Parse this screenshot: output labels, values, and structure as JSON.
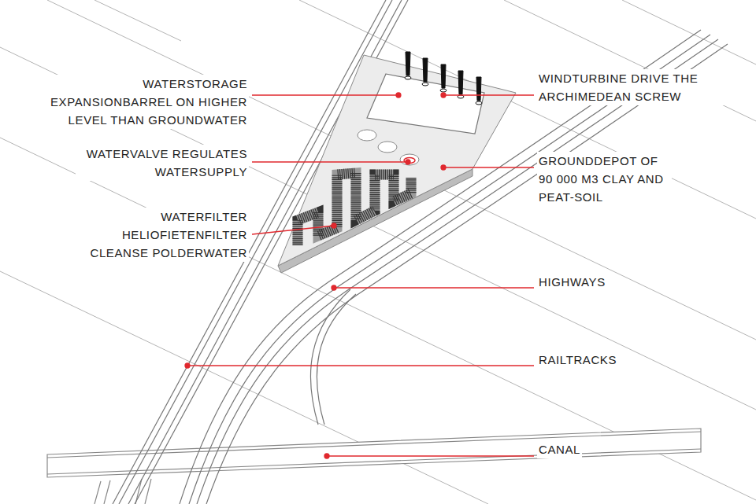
{
  "diagram": {
    "labels": [
      "WATERSTORAGE EXPANSIONBARREL ON HIGHER LEVEL THAN GROUNDWATER",
      "WINDTURBINE DRIVE THE ARCHIMEDEAN SCREW",
      "WATERVALVE REGULATES WATERSUPPLY",
      "GROUNDDEPOT OF 90 000 M3 CLAY AND PEAT-SOIL",
      "WATERFILTER HELIOFIETENFILTER CLEANSE POLDERWATER",
      "HIGHWAYS",
      "RAILTRACKS",
      "CANAL"
    ]
  }
}
